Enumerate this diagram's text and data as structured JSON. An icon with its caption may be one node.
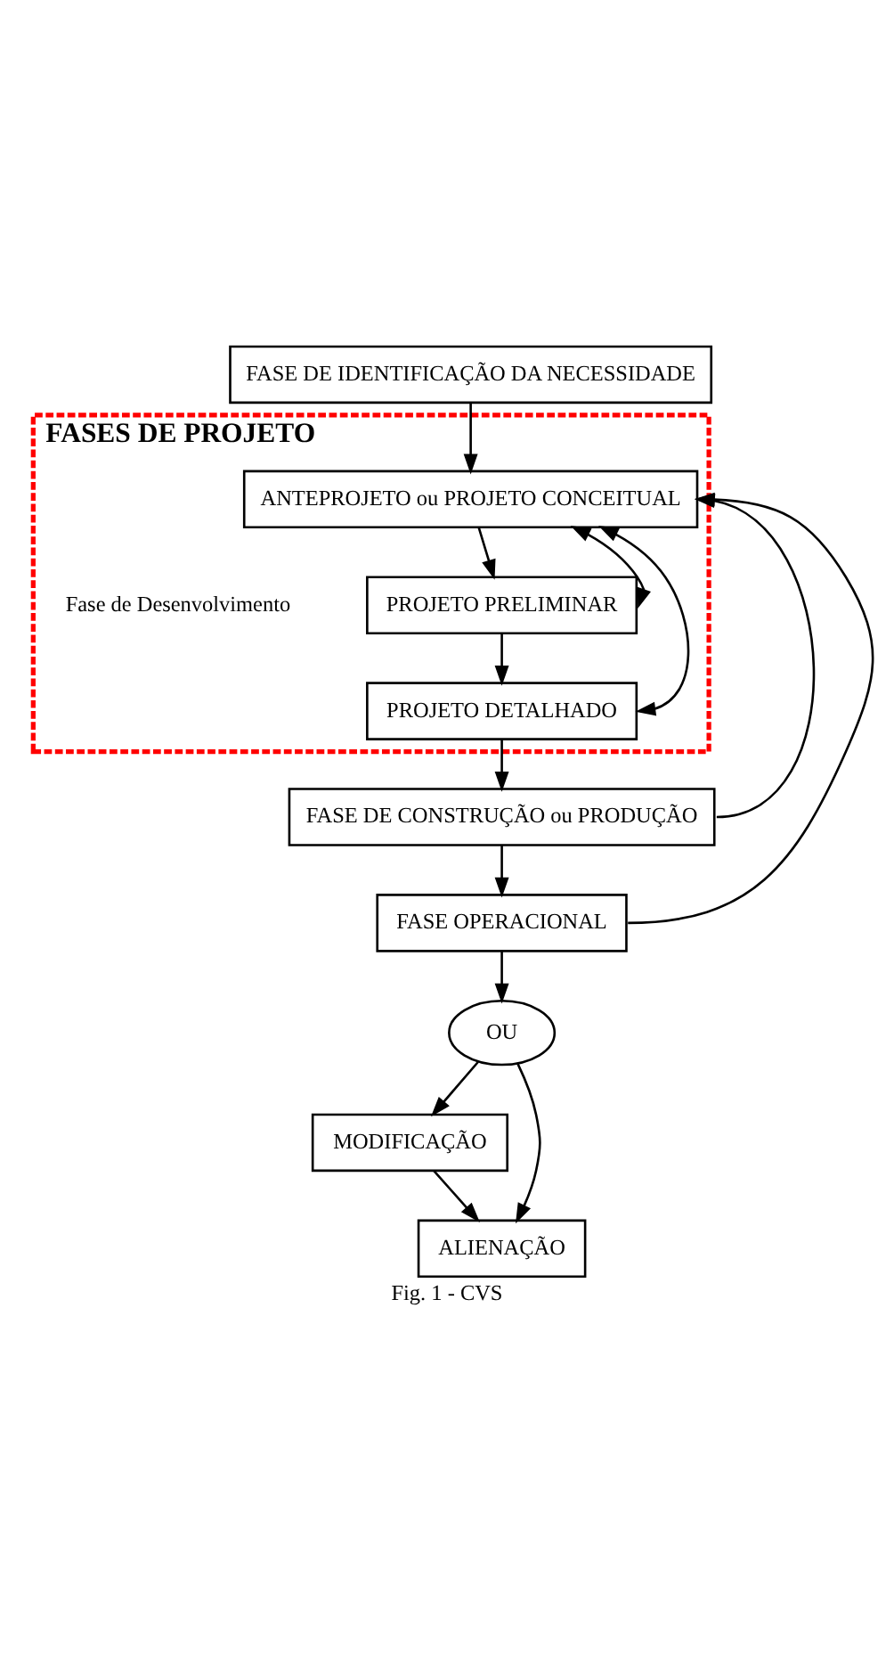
{
  "diagram": {
    "caption": "Fig. 1 - CVS",
    "nodes": [
      {
        "text": [
          "FASE DE IDENTIFICAÇÃO DA NECESSIDADE"
        ]
      },
      {
        "text": [
          "FASES DE PROJETO"
        ]
      },
      {
        "text": [
          "ANTEPROJETO ou PROJETO CONCEITUAL"
        ],
        "in": 1
      },
      {
        "text": [
          "PROJETO PRELIMINAR"
        ],
        "in": 1
      },
      {
        "text": [
          "PROJETO DETALHADO"
        ],
        "in": 1
      },
      {
        "text": [
          "FASE DE CONSTRUÇÃO ou PRODUÇÃO"
        ]
      },
      {
        "text": [
          "FASE OPERACIONAL"
        ]
      },
      {
        "text": [
          "OU"
        ]
      },
      {
        "text": [
          "MODIFICAÇÃO"
        ]
      },
      {
        "text": [
          "ALIENAÇÃO"
        ]
      }
    ],
    "edges": [
      {
        "from": 0,
        "to": 2,
        "arrow": "to"
      },
      {
        "from": 2,
        "to": 3,
        "arrow": "to"
      },
      {
        "from": 3,
        "to": 4,
        "arrow": "to"
      },
      {
        "from": 4,
        "to": 5,
        "arrow": "to"
      },
      {
        "from": 5,
        "to": 6,
        "arrow": "to"
      },
      {
        "from": 6,
        "to": 7,
        "arrow": "to"
      },
      {
        "from": 7,
        "to": 8,
        "arrow": "to"
      },
      {
        "from": 7,
        "to": 9,
        "arrow": "to"
      },
      {
        "from": 8,
        "to": 9,
        "arrow": "to"
      },
      {
        "from": 5,
        "to": 2,
        "arrow": "to"
      },
      {
        "from": 6,
        "to": 2,
        "arrow": "to"
      },
      {
        "from": 3,
        "to": 2,
        "arrow": "both"
      },
      {
        "from": 4,
        "to": 2,
        "arrow": "both"
      }
    ],
    "labels": [
      "Fase de Desenvolvimento"
    ]
  }
}
